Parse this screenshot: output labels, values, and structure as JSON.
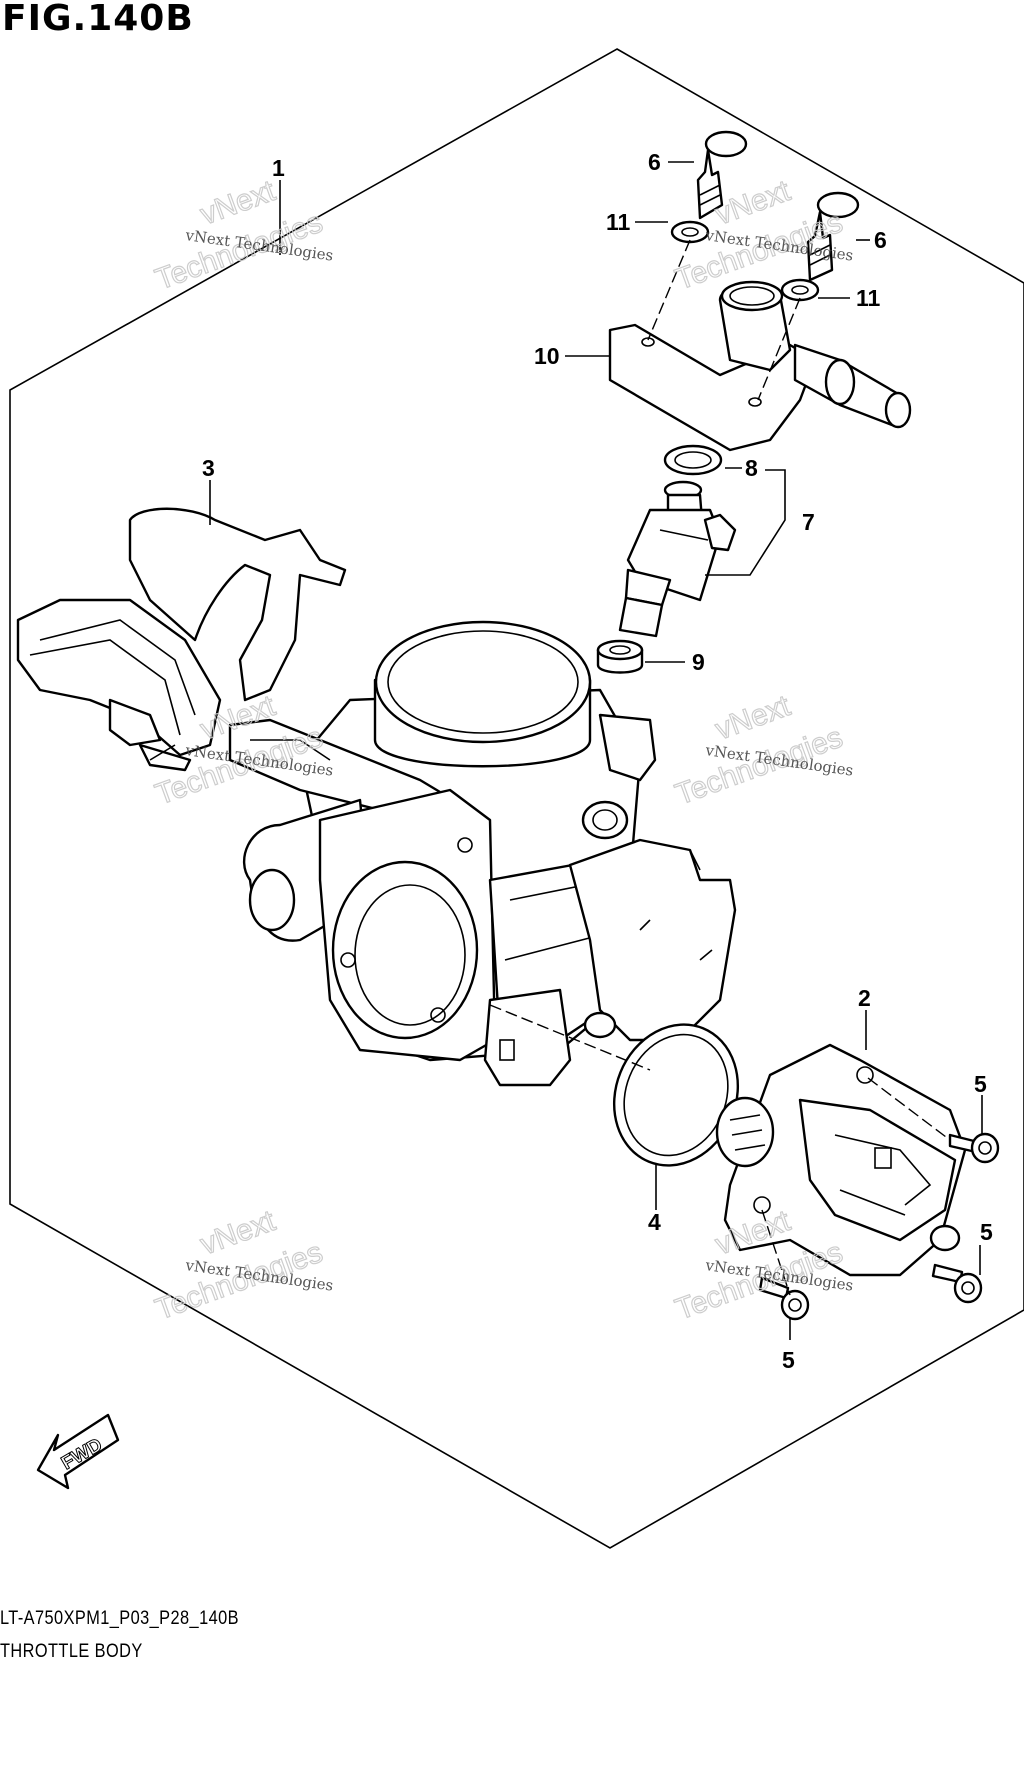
{
  "figure": {
    "title": "FIG.140B",
    "model_code": "LT-A750XPM1_P03_P28_140B",
    "section_name": "THROTTLE BODY"
  },
  "callouts": {
    "c1": "1",
    "c2": "2",
    "c3": "3",
    "c4": "4",
    "c5a": "5",
    "c5b": "5",
    "c5c": "5",
    "c6a": "6",
    "c6b": "6",
    "c7": "7",
    "c8": "8",
    "c9": "9",
    "c10": "10",
    "c11a": "11",
    "c11b": "11"
  },
  "watermark": {
    "line_small": "vNext Technologies",
    "line_big_1": "vNext",
    "line_big_2": "Technologies"
  },
  "direction_badge": "FWD"
}
